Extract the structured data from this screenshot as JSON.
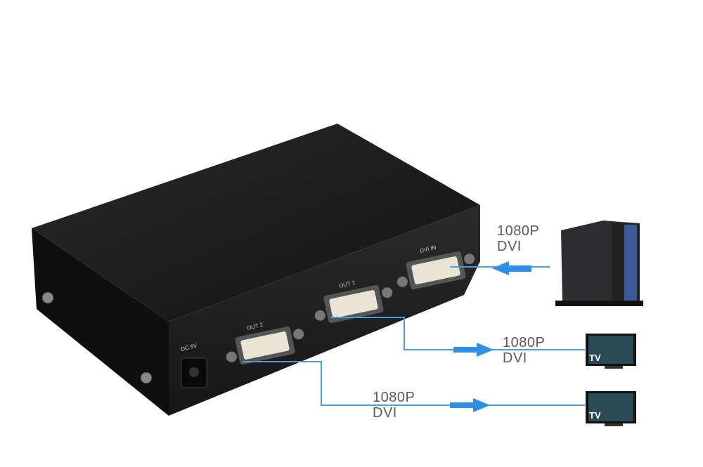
{
  "device": {
    "ports": {
      "input": "DVI IN",
      "output1": "OUT 1",
      "output2": "OUT 2",
      "power": "DC 5V"
    }
  },
  "connections": [
    {
      "resolution": "1080P",
      "signal": "DVI",
      "direction": "in",
      "device": "PC"
    },
    {
      "resolution": "1080P",
      "signal": "DVI",
      "direction": "out",
      "device": "TV"
    },
    {
      "resolution": "1080P",
      "signal": "DVI",
      "direction": "out",
      "device": "TV"
    }
  ],
  "tv_label": "TV",
  "colors": {
    "line": "#4a9be0",
    "arrow": "#2f8fe8",
    "box": "#1a1a1a",
    "text": "#5a5a5a"
  }
}
